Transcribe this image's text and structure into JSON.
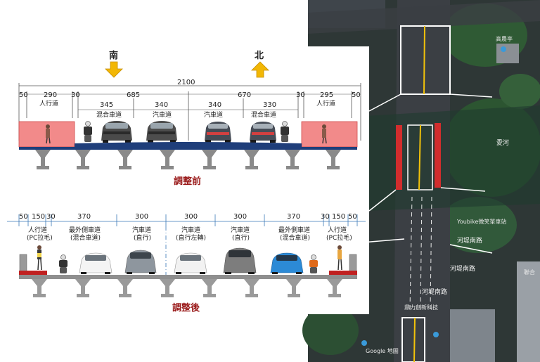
{
  "before": {
    "title": "調整前",
    "dir_south": "南",
    "dir_north": "北",
    "total_width": "2100",
    "dims": [
      "50",
      "290",
      "30",
      "345",
      "685",
      "340",
      "340",
      "670",
      "330",
      "30",
      "295",
      "50"
    ],
    "lanes": {
      "sidewalk_left": "人行道",
      "mixed_left": "混合車道",
      "car_left": "汽車道",
      "car_right": "汽車道",
      "mixed_right": "混合車道",
      "sidewalk_right": "人行道"
    }
  },
  "after": {
    "title": "調整後",
    "dims": [
      "50",
      "150",
      "30",
      "370",
      "300",
      "300",
      "300",
      "370",
      "30",
      "150",
      "50"
    ],
    "lanes": [
      {
        "line1": "人行道",
        "line2": "(PC拉毛)"
      },
      {
        "line1": "最外側車道",
        "line2": "(混合車道)"
      },
      {
        "line1": "汽車道",
        "line2": "(直行)"
      },
      {
        "line1": "汽車道",
        "line2": "(直行左轉)"
      },
      {
        "line1": "汽車道",
        "line2": "(直行)"
      },
      {
        "line1": "最外側車道",
        "line2": "(混合車道)"
      },
      {
        "line1": "人行道",
        "line2": "(PC拉毛)"
      }
    ]
  },
  "map": {
    "river": "愛河",
    "road1": "河堤南路",
    "road2": "河堤南路",
    "road3": "河堤南路",
    "poi1": "高農亭",
    "poi2": "Youbike微笑單車站",
    "poi3": "鼎力創新科技",
    "poi4": "聯合",
    "watermark": "Google 地圖"
  },
  "colors": {
    "sidewalk_red": "#f28a8a",
    "arrow_yellow": "#f2b705",
    "title_red": "#9a1a1a",
    "deck_blue": "#1f3e7a",
    "deck_gray": "#8a8a8a",
    "map_dark": "#2e3338",
    "tree_green": "#2f5a34"
  },
  "icons": [
    "arrow-down-icon",
    "arrow-up-icon",
    "car-icon",
    "scooter-icon",
    "pedestrian-icon",
    "bridge-pier-icon"
  ]
}
